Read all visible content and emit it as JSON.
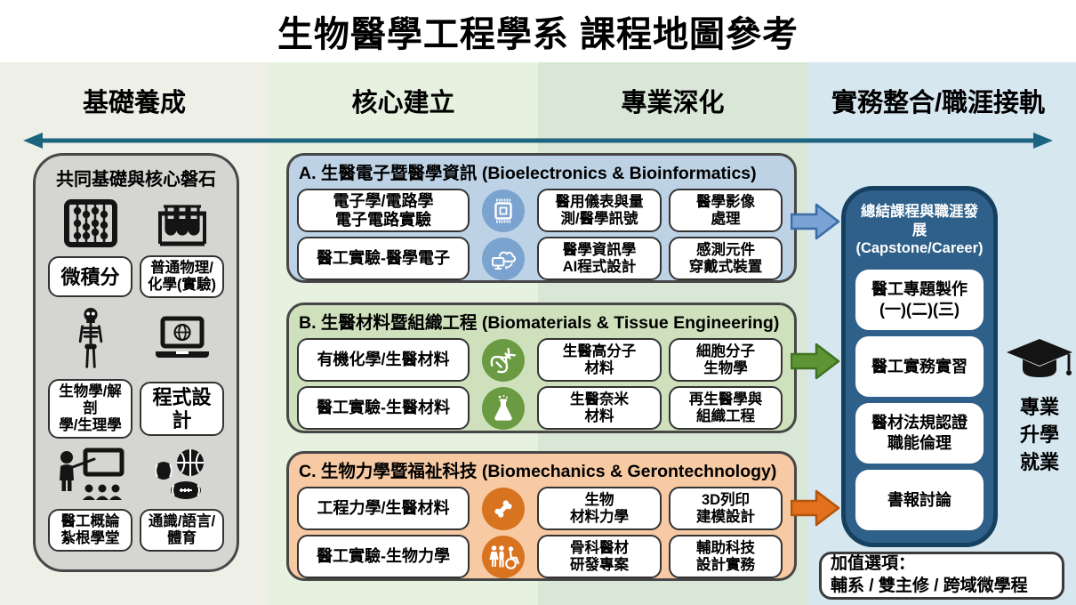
{
  "title": "生物醫學工程學系  課程地圖參考",
  "stages": [
    {
      "label": "基礎養成"
    },
    {
      "label": "核心建立"
    },
    {
      "label": "專業深化"
    },
    {
      "label": "實務整合/職涯接軌"
    }
  ],
  "foundation": {
    "title": "共同基礎與核心磐石",
    "icons": [
      "abacus-icon",
      "test-tubes-icon",
      "skeleton-icon",
      "laptop-globe-icon",
      "teacher-icon",
      "sports-balls-icon"
    ],
    "courses": [
      "微積分",
      "普通物理/\n化學(實驗)",
      "生物學/解剖\n學/生理學",
      "程式設計",
      "醫工概論\n紮根學堂",
      "通識/語言/\n體育"
    ]
  },
  "tracks": [
    {
      "title": "A. 生醫電子暨醫學資訊 (Bioelectronics & Bioinformatics)",
      "fill": "#bed2e6",
      "icon_color": "#7ba3d0",
      "arrow_fill": "#79a3d4",
      "arrow_border": "#3a6ca6",
      "rows": [
        {
          "left": "電子學/電路學\n電子電路實驗",
          "icon": "cpu-chip-icon",
          "mid": "醫用儀表與量\n測/醫學訊號",
          "right": "醫學影像\n處理"
        },
        {
          "left": "醫工實驗-醫學電子",
          "icon": "cloud-computing-icon",
          "mid": "醫學資訊學\nAI程式設計",
          "right": "感測元件\n穿戴式裝置"
        }
      ]
    },
    {
      "title": "B. 生醫材料暨組織工程 (Biomaterials & Tissue Engineering)",
      "fill": "#cfe1bc",
      "icon_color": "#6a9a42",
      "arrow_fill": "#5d9434",
      "arrow_border": "#3f7320",
      "rows": [
        {
          "left": "有機化學/生醫材料",
          "icon": "dna-icon",
          "mid": "生醫高分子\n材料",
          "right": "細胞分子\n生物學"
        },
        {
          "left": "醫工實驗-生醫材料",
          "icon": "flask-icon",
          "mid": "生醫奈米\n材料",
          "right": "再生醫學與\n組織工程"
        }
      ]
    },
    {
      "title": "C. 生物力學暨福祉科技 (Biomechanics & Gerontechnology)",
      "fill": "#f7caa4",
      "icon_color": "#d8731f",
      "arrow_fill": "#e2701d",
      "arrow_border": "#b4540d",
      "rows": [
        {
          "left": "工程力學/生醫材料",
          "icon": "bone-icon",
          "mid": "生物\n材料力學",
          "right": "3D列印\n建模設計"
        },
        {
          "left": "醫工實驗-生物力學",
          "icon": "accessibility-icon",
          "mid": "骨科醫材\n研發專案",
          "right": "輔助科技\n設計實務"
        }
      ]
    }
  ],
  "capstone": {
    "title": "總結課程與職涯發展\n(Capstone/Career)",
    "fill": "#2e6089",
    "courses": [
      "醫工專題製作\n(一)(二)(三)",
      "醫工實務實習",
      "醫材法規認證\n職能倫理",
      "書報討論"
    ]
  },
  "career": {
    "icon": "graduation-cap-icon",
    "text": "專業\n升學\n就業"
  },
  "extras": {
    "text": "加值選項：\n輔系 / 雙主修 / 跨域微學程"
  },
  "colors": {
    "timeline": "#1d6480",
    "bands": [
      "#eef0e7",
      "#e7f1e0",
      "#d9e8d6",
      "#d7e7f0"
    ],
    "foundation_fill": "#d5d6d2"
  }
}
